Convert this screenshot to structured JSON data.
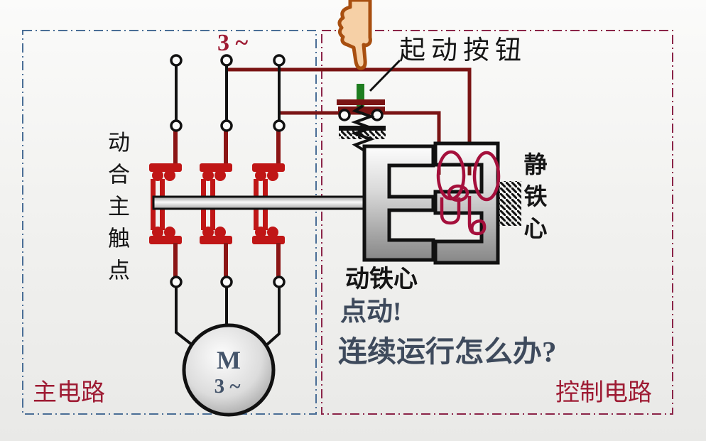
{
  "diagram": {
    "phase_label": "3 ~",
    "start_button_label": "起动按钮",
    "main_contacts_label": "动合主触点",
    "moving_core_label": "动铁心",
    "static_core_label": "静铁心",
    "motor": {
      "symbol": "M",
      "phase": "3 ~"
    },
    "main_circuit_label": "主电路",
    "control_circuit_label": "控制电路",
    "caption_line1": "点动!",
    "caption_line2": "连续运行怎么办?",
    "icons": {
      "pointing_hand": "hand-pointing-down-icon",
      "spring": "spring-zigzag-icon",
      "fixed_support": "hatched-support-icon",
      "fixed_wall": "hatched-wall-icon"
    },
    "colors": {
      "wire_dark_red": "#7a1414",
      "contact_bright_red": "#c01616",
      "coil_crimson": "#a5103c",
      "button_stem_green": "#1e7d20",
      "main_box_border_blue": "#4a6e96",
      "control_box_border_magenta": "#8b2448",
      "crimson_text": "#9e1b33",
      "caption_text_slate": "#3e4a5c",
      "motor_text": "#44546a"
    }
  }
}
